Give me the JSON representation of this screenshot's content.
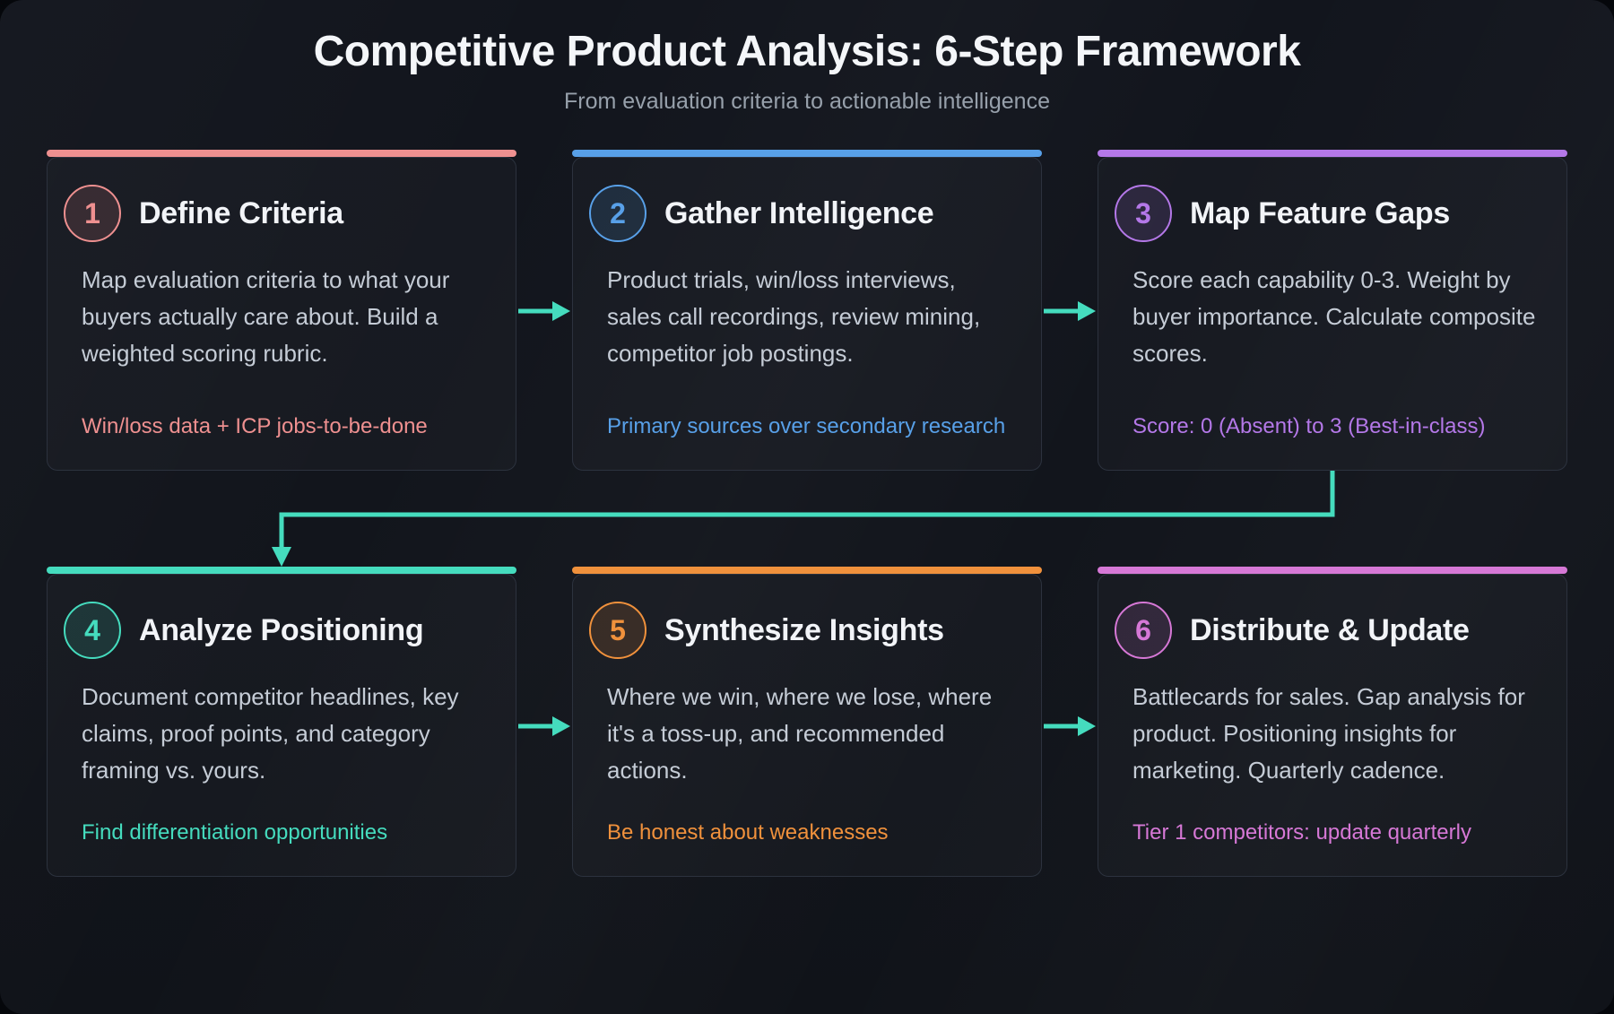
{
  "header": {
    "title": "Competitive Product Analysis: 6-Step Framework",
    "subtitle": "From evaluation criteria to actionable intelligence"
  },
  "steps": [
    {
      "number": "1",
      "title": "Define Criteria",
      "description": "Map evaluation criteria to what your buyers actually care about. Build a weighted scoring rubric.",
      "note": "Win/loss data + ICP jobs-to-be-done",
      "accent": "#ee9090"
    },
    {
      "number": "2",
      "title": "Gather Intelligence",
      "description": "Product trials, win/loss interviews, sales call recordings, review mining, competitor job postings.",
      "note": "Primary sources over secondary research",
      "accent": "#58a0e8"
    },
    {
      "number": "3",
      "title": "Map Feature Gaps",
      "description": "Score each capability 0-3. Weight by buyer importance. Calculate composite scores.",
      "note": "Score: 0 (Absent) to 3 (Best-in-class)",
      "accent": "#b478e8"
    },
    {
      "number": "4",
      "title": "Analyze Positioning",
      "description": "Document competitor headlines, key claims, proof points, and category framing vs. yours.",
      "note": "Find differentiation opportunities",
      "accent": "#45dcbe"
    },
    {
      "number": "5",
      "title": "Synthesize Insights",
      "description": "Where we win, where we lose, where it's a toss-up, and recommended actions.",
      "note": "Be honest about weaknesses",
      "accent": "#f0913c"
    },
    {
      "number": "6",
      "title": "Distribute & Update",
      "description": "Battlecards for sales. Gap analysis for product. Positioning insights for marketing. Quarterly cadence.",
      "note": "Tier 1 competitors: update quarterly",
      "accent": "#d678d6"
    }
  ],
  "flow": {
    "arrow_color": "#45dcbe",
    "sequence": "1 → 2 → 3 → 4 → 5 → 6"
  },
  "colors": {
    "background": "#12151d",
    "card_background": "#1a1e27",
    "card_border": "#2c323e",
    "title_text": "#f4f6f9",
    "subtitle_text": "#97a0ab",
    "body_text": "#c5ccd6"
  }
}
